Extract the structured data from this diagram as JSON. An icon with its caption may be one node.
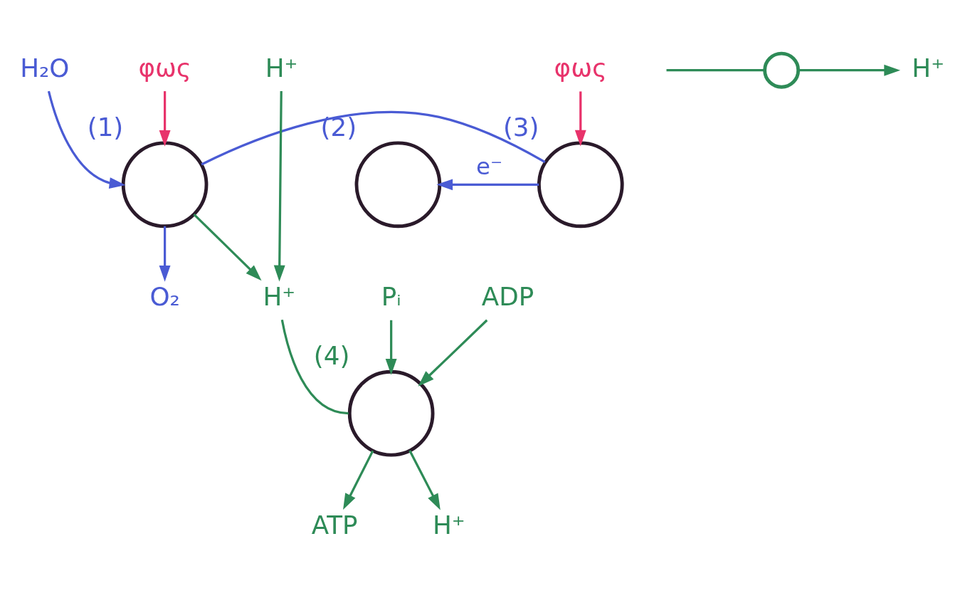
{
  "diagram": {
    "nodes": [
      {
        "text": [
          "φως"
        ]
      },
      {
        "text": [
          "H₂O"
        ]
      },
      {
        "text": [],
        "shape": "circle",
        "beside": [
          "(1)"
        ]
      },
      {
        "text": [
          "H⁺"
        ]
      },
      {
        "text": [],
        "shape": "circle",
        "beside": [
          "(2)"
        ]
      },
      {
        "text": [],
        "shape": "circle",
        "beside": [
          "(3)"
        ]
      },
      {
        "text": [
          "φως"
        ]
      },
      {
        "text": [
          "O₂"
        ]
      },
      {
        "text": [
          "H⁺"
        ]
      },
      {
        "text": [
          "Pᵢ"
        ]
      },
      {
        "text": [],
        "shape": "circle",
        "beside": [
          "(4)"
        ]
      },
      {
        "text": [
          "ADP"
        ]
      },
      {
        "text": [
          "ATP"
        ]
      },
      {
        "text": [
          "H⁺"
        ]
      },
      {
        "text": [],
        "shape": "pump"
      },
      {
        "text": [
          "H⁺"
        ]
      }
    ],
    "edges": [
      {
        "from": 0,
        "to": 2,
        "arrow": "to",
        "color": "#e8336b"
      },
      {
        "from": 1,
        "to": 2,
        "arrow": "to",
        "color": "#4a5bd4"
      },
      {
        "from": 2,
        "to": 7,
        "arrow": "to",
        "color": "#4a5bd4"
      },
      {
        "from": 2,
        "to": 5,
        "arrow": "none",
        "color": "#4a5bd4"
      },
      {
        "from": 5,
        "to": 4,
        "arrow": "to",
        "label": "e⁻",
        "color": "#4a5bd4"
      },
      {
        "from": 6,
        "to": 5,
        "arrow": "to",
        "color": "#e8336b"
      },
      {
        "from": 3,
        "to": 8,
        "arrow": "to"
      },
      {
        "from": 2,
        "to": 8,
        "arrow": "to"
      },
      {
        "from": 8,
        "to": 10,
        "arrow": "none"
      },
      {
        "from": 10,
        "to": 13,
        "arrow": "to"
      },
      {
        "from": 9,
        "to": 10,
        "arrow": "to"
      },
      {
        "from": 11,
        "to": 10,
        "arrow": "to"
      },
      {
        "from": 10,
        "to": 12,
        "arrow": "to"
      },
      {
        "from": null,
        "to": 14,
        "arrow": "none"
      },
      {
        "from": 14,
        "to": 15,
        "arrow": "to"
      }
    ]
  }
}
